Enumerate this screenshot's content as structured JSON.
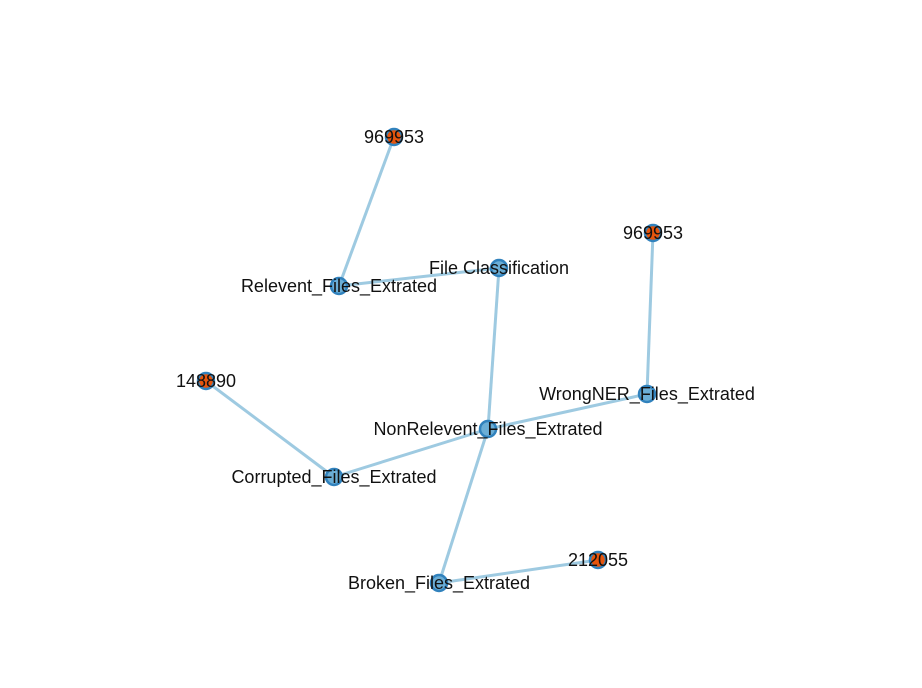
{
  "graph": {
    "colors": {
      "edge": "#9ecae1",
      "category_fill": "#6baed6",
      "category_stroke": "#3182bd",
      "count_fill": "#e6550d",
      "count_stroke": "#3182bd"
    },
    "nodes": [
      {
        "id": "root",
        "label": "File Classification",
        "kind": "category"
      },
      {
        "id": "relevent",
        "label": "Relevent_Files_Extrated",
        "kind": "category"
      },
      {
        "id": "relevent_count",
        "label": "969953",
        "kind": "count"
      },
      {
        "id": "nonrelevent",
        "label": "NonRelevent_Files_Extrated",
        "kind": "category"
      },
      {
        "id": "wrongner",
        "label": "WrongNER_Files_Extrated",
        "kind": "category"
      },
      {
        "id": "wrongner_count",
        "label": "969953",
        "kind": "count"
      },
      {
        "id": "corrupted",
        "label": "Corrupted_Files_Extrated",
        "kind": "category"
      },
      {
        "id": "corrupted_count",
        "label": "148890",
        "kind": "count"
      },
      {
        "id": "broken",
        "label": "Broken_Files_Extrated",
        "kind": "category"
      },
      {
        "id": "broken_count",
        "label": "212055",
        "kind": "count"
      }
    ],
    "edges": [
      {
        "source": "relevent_count",
        "target": "relevent"
      },
      {
        "source": "relevent",
        "target": "root"
      },
      {
        "source": "root",
        "target": "nonrelevent"
      },
      {
        "source": "nonrelevent",
        "target": "wrongner"
      },
      {
        "source": "wrongner",
        "target": "wrongner_count"
      },
      {
        "source": "nonrelevent",
        "target": "corrupted"
      },
      {
        "source": "corrupted",
        "target": "corrupted_count"
      },
      {
        "source": "nonrelevent",
        "target": "broken"
      },
      {
        "source": "broken",
        "target": "broken_count"
      }
    ]
  }
}
